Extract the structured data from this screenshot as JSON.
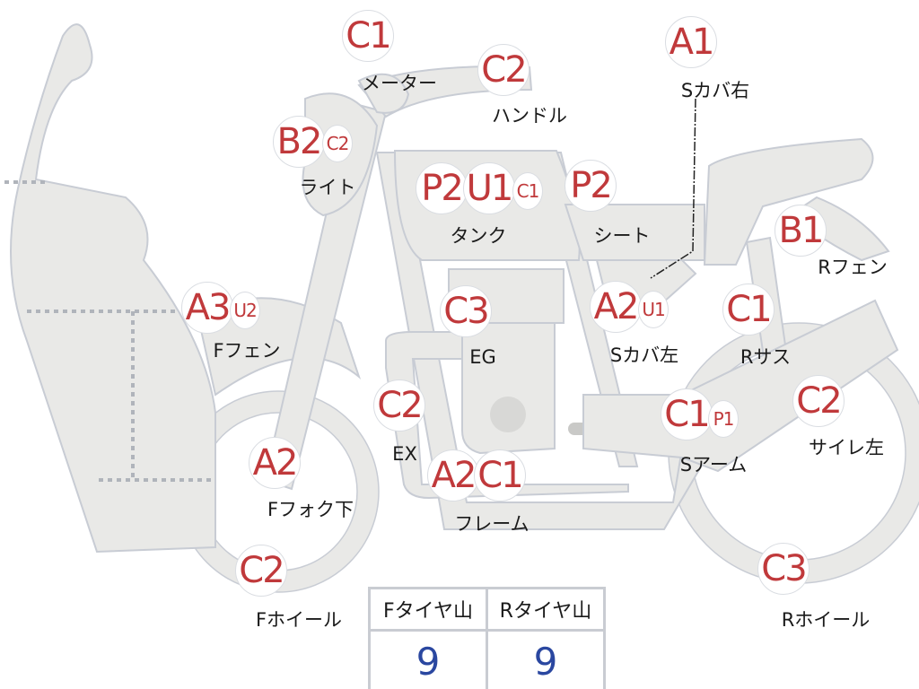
{
  "colors": {
    "body_fill": "#e9e9e7",
    "body_stroke": "#c8ccd4",
    "grade_text": "#c0393b",
    "value_text": "#2a47a0"
  },
  "parts": {
    "meter": {
      "label": "メーター",
      "grades": [
        "C1"
      ]
    },
    "handle": {
      "label": "ハンドル",
      "grades": [
        "C2"
      ]
    },
    "light": {
      "label": "ライト",
      "grades": [
        "B2",
        "C2"
      ]
    },
    "tank": {
      "label": "タンク",
      "grades": [
        "P2",
        "U1",
        "C1"
      ]
    },
    "seat": {
      "label": "シート",
      "grades": [
        "P2"
      ]
    },
    "side_cover_right": {
      "label": "Sカバ右",
      "grades": [
        "A1"
      ]
    },
    "rear_fender": {
      "label": "Rフェン",
      "grades": [
        "B1"
      ]
    },
    "front_fender": {
      "label": "Fフェン",
      "grades": [
        "A3",
        "U2"
      ]
    },
    "engine": {
      "label": "EG",
      "grades": [
        "C3"
      ]
    },
    "side_cover_left": {
      "label": "Sカバ左",
      "grades": [
        "A2",
        "U1"
      ]
    },
    "rear_suspension": {
      "label": "Rサス",
      "grades": [
        "C1"
      ]
    },
    "exhaust": {
      "label": "EX",
      "grades": [
        "C2"
      ]
    },
    "swing_arm": {
      "label": "Sアーム",
      "grades": [
        "C1",
        "P1"
      ]
    },
    "silencer_left": {
      "label": "サイレ左",
      "grades": [
        "C2"
      ]
    },
    "front_fork_lower": {
      "label": "Fフォク下",
      "grades": [
        "A2"
      ]
    },
    "frame": {
      "label": "フレーム",
      "grades": [
        "A2",
        "C1"
      ]
    },
    "front_wheel": {
      "label": "Fホイール",
      "grades": [
        "C2"
      ]
    },
    "rear_wheel": {
      "label": "Rホイール",
      "grades": [
        "C3"
      ]
    }
  },
  "tire_tread": {
    "front_label": "Fタイヤ山",
    "rear_label": "Rタイヤ山",
    "front_value": "9",
    "rear_value": "9"
  }
}
